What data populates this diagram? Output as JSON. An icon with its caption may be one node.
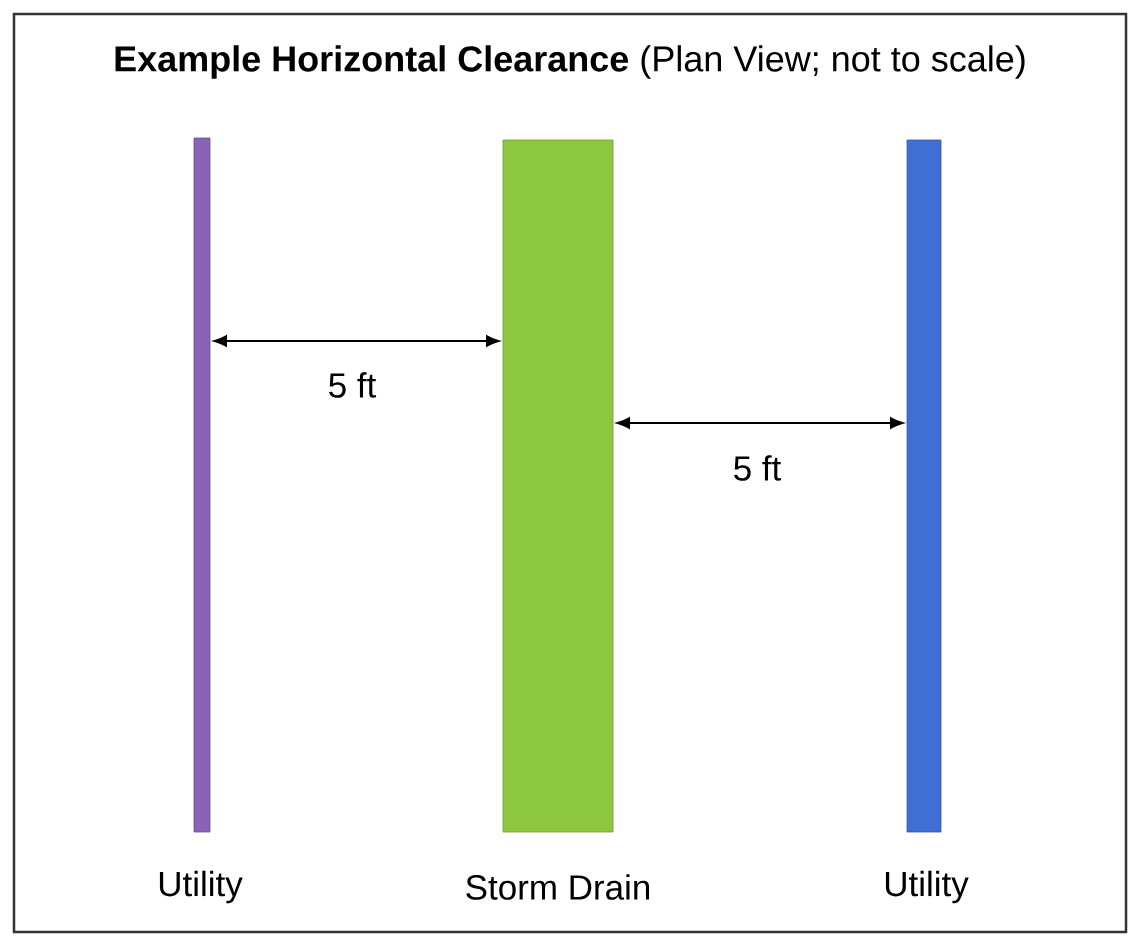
{
  "diagram": {
    "title": "**Example Horizontal Clearance** (Plan View; not to scale)",
    "nodes": [
      {
        "text": [],
        "shape": "bar",
        "beside": [
          "Utility"
        ]
      },
      {
        "text": [],
        "shape": "bar",
        "beside": [
          "Storm Drain"
        ]
      },
      {
        "text": [],
        "shape": "bar",
        "beside": [
          "Utility"
        ]
      }
    ],
    "labels": [
      "5 ft",
      "5 ft"
    ]
  }
}
